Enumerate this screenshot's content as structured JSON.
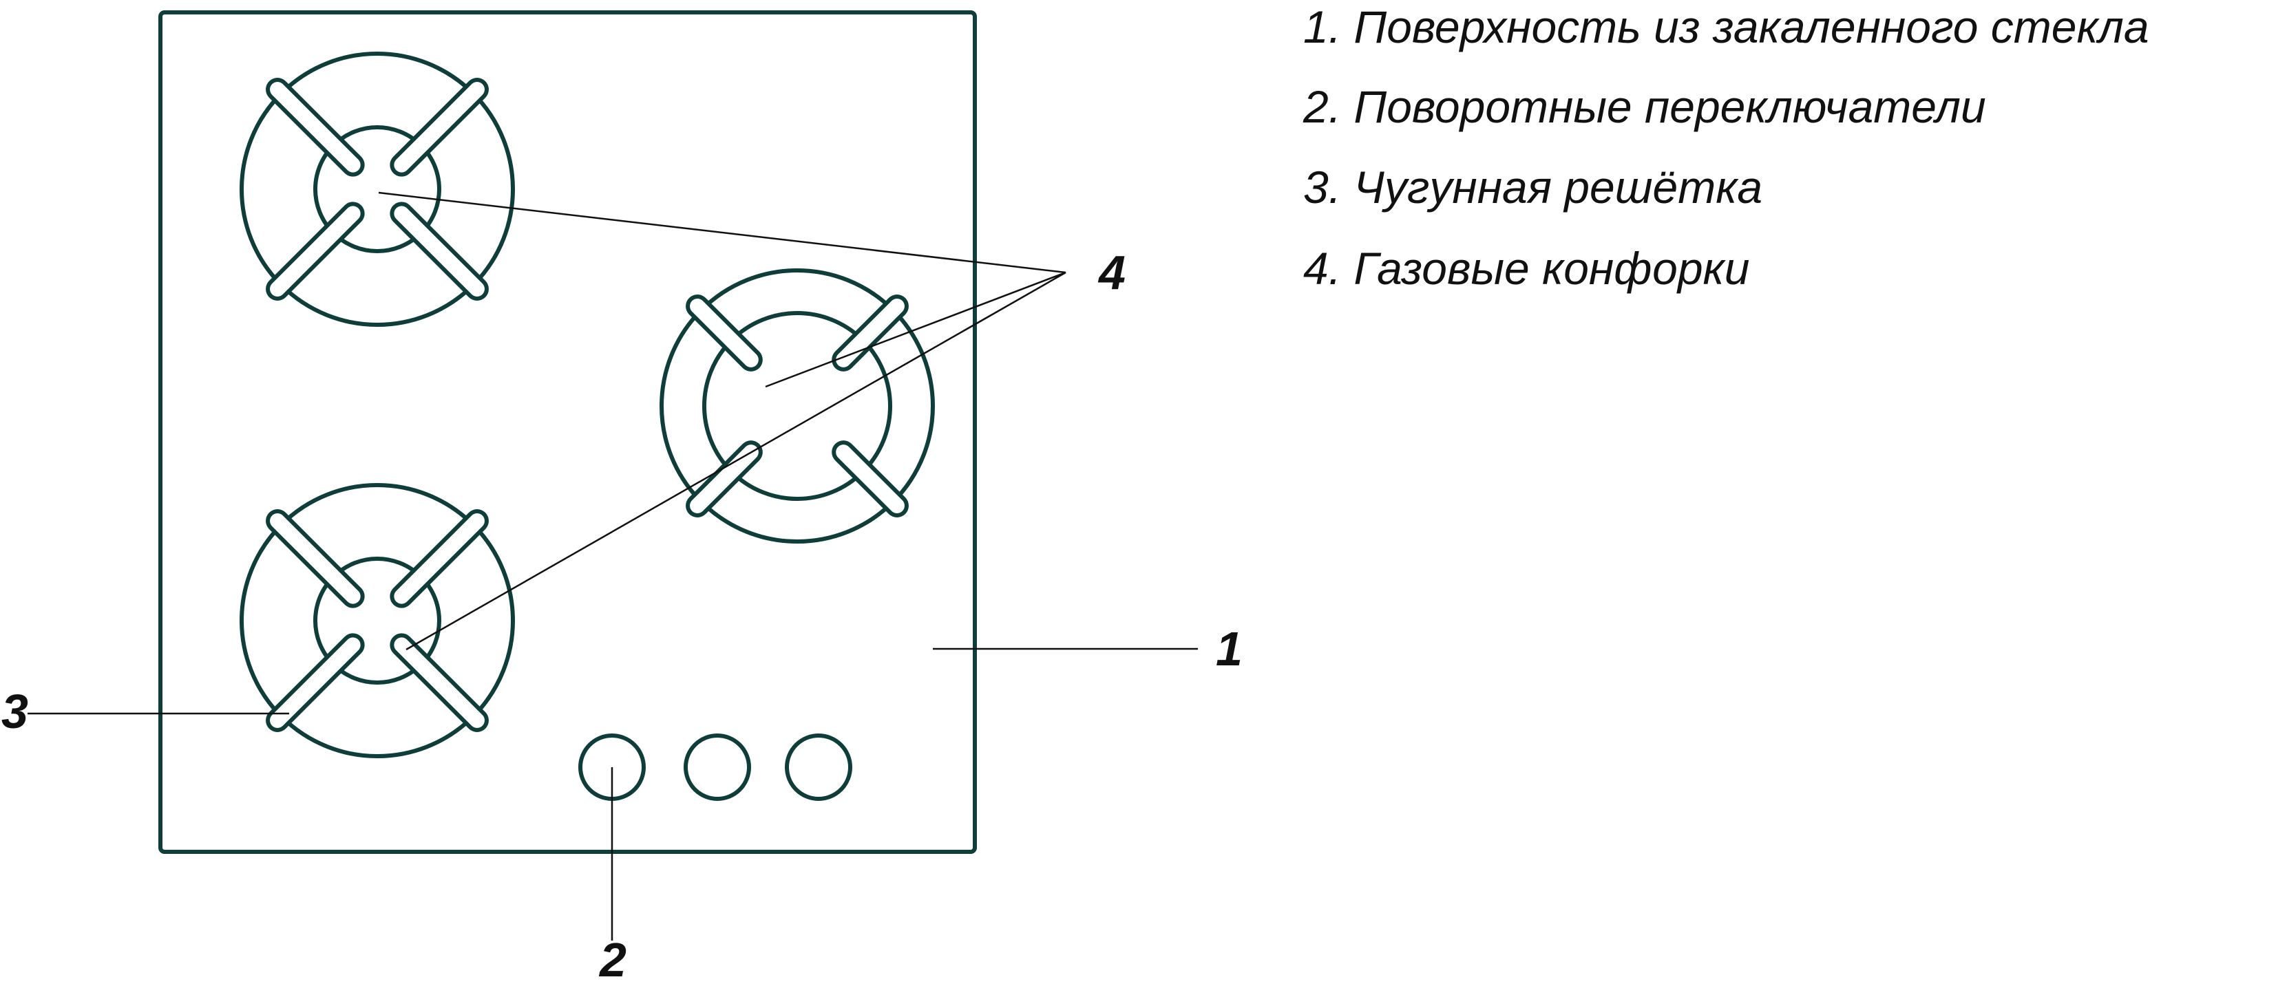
{
  "legend": [
    {
      "number": "1",
      "text": "1. Поверхность из закаленного стекла"
    },
    {
      "number": "2",
      "text": "2. Поворотные переключатели"
    },
    {
      "number": "3",
      "text": "3. Чугунная решётка"
    },
    {
      "number": "4",
      "text": "4. Газовые конфорки"
    }
  ],
  "callouts": {
    "glass_surface": "1",
    "rotary_knobs": "2",
    "cast_iron_grate": "3",
    "gas_burners": "4"
  },
  "colors": {
    "outline": "#0f3d3a",
    "leader": "#111111",
    "text": "#111111",
    "background": "#ffffff"
  }
}
